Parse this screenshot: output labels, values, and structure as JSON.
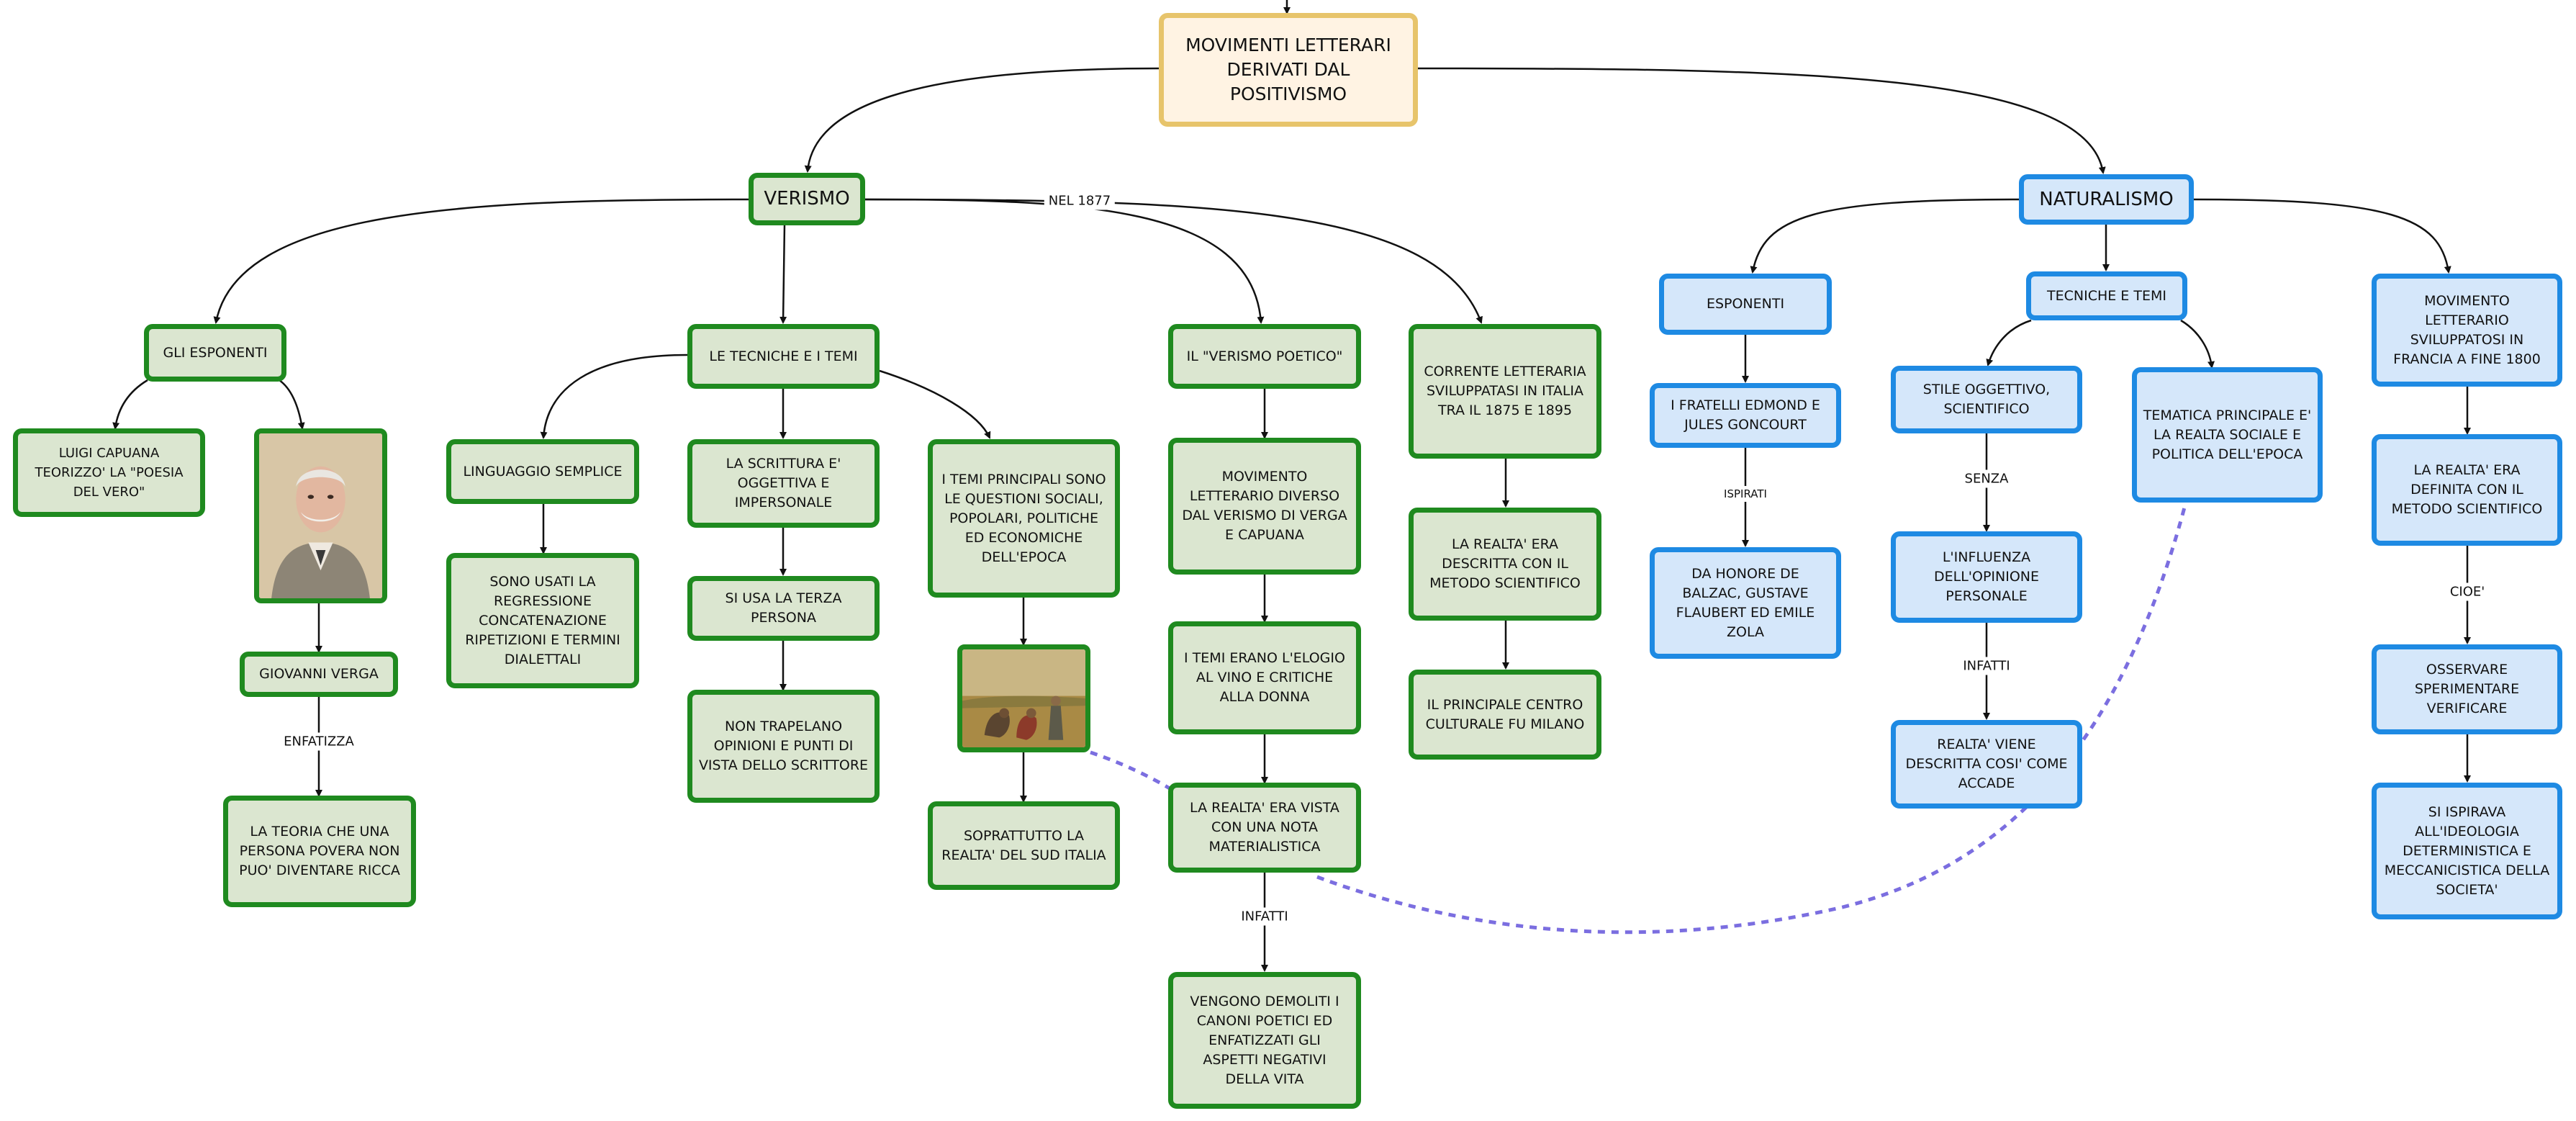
{
  "title": "MOVIMENTI LETTERARI DERIVATI DAL POSITIVISMO",
  "verismo": {
    "label": "VERISMO",
    "link_label": "NEL 1877",
    "esponenti": "GLI ESPONENTI",
    "capuana": "LUIGI CAPUANA TEORIZZO' LA \"POESIA DEL VERO\"",
    "verga": "GIOVANNI VERGA",
    "enfatizza": "ENFATIZZA",
    "teoria": "LA TEORIA CHE UNA PERSONA POVERA NON PUO' DIVENTARE RICCA",
    "tecniche": "LE TECNICHE E I TEMI",
    "linguaggio": "LINGUAGGIO SEMPLICE",
    "regressione": "SONO USATI LA REGRESSIONE CONCATENAZIONE RIPETIZIONI E TERMINI DIALETTALI",
    "scrittura": "LA SCRITTURA E' OGGETTIVA E IMPERSONALE",
    "terza": "SI USA LA TERZA PERSONA",
    "trapelano": "NON TRAPELANO OPINIONI E PUNTI DI VISTA DELLO SCRITTORE",
    "temi": "I TEMI PRINCIPALI SONO LE QUESTIONI SOCIALI, POPOLARI, POLITICHE ED ECONOMICHE DELL'EPOCA",
    "sud": "SOPRATTUTTO LA REALTA' DEL SUD ITALIA",
    "poetico": "IL \"VERISMO POETICO\"",
    "diverso": "MOVIMENTO LETTERARIO DIVERSO DAL VERISMO DI VERGA E CAPUANA",
    "elogio": "I TEMI ERANO L'ELOGIO AL VINO E CRITICHE ALLA DONNA",
    "materialistica": "LA REALTA' ERA VISTA CON UNA NOTA MATERIALISTICA",
    "infatti": "INFATTI",
    "demoliti": "VENGONO DEMOLITI I CANONI POETICI ED ENFATIZZATI GLI ASPETTI NEGATIVI DELLA VITA",
    "corrente": "CORRENTE LETTERARIA SVILUPPATASI IN ITALIA TRA IL 1875 E 1895",
    "descritta": "LA REALTA' ERA DESCRITTA CON IL METODO SCIENTIFICO",
    "milano": "IL PRINCIPALE CENTRO CULTURALE FU MILANO"
  },
  "naturalismo": {
    "label": "NATURALISMO",
    "esponenti": "ESPONENTI",
    "goncourt": "I FRATELLI EDMOND E JULES GONCOURT",
    "ispirati": "ISPIRATI",
    "balzac": "DA HONORE DE BALZAC, GUSTAVE FLAUBERT ED EMILE ZOLA",
    "tecniche": "TECNICHE E TEMI",
    "stile": "STILE OGGETTIVO, SCIENTIFICO",
    "senza": "SENZA",
    "influenza": "L'INFLUENZA DELL'OPINIONE PERSONALE",
    "infatti": "INFATTI",
    "accade": "REALTA' VIENE DESCRITTA COSI' COME ACCADE",
    "tematica": "TEMATICA PRINCIPALE E' LA REALTA SOCIALE E POLITICA DELL'EPOCA",
    "francia": "MOVIMENTO LETTERARIO SVILUPPATOSI IN FRANCIA A FINE 1800",
    "definita": "LA REALTA' ERA DEFINITA CON IL METODO SCIENTIFICO",
    "cioe": "CIOE'",
    "osservare": "OSSERVARE SPERIMENTARE VERIFICARE",
    "ideologia": "SI ISPIRAVA ALL'IDEOLOGIA DETERMINISTICA E MECCANICISTICA DELLA SOCIETA'"
  },
  "colors": {
    "verismo_border": "#1f8a1f",
    "verismo_fill": "#dbe6d0",
    "naturalismo_border": "#1e8ae3",
    "naturalismo_fill": "#d5e7fa",
    "root_border": "#e7c46b",
    "root_fill": "#fff3e3",
    "dashed_link": "#7b6ee0"
  },
  "images": {
    "portrait": "portrait-image",
    "painting": "painting-image"
  }
}
